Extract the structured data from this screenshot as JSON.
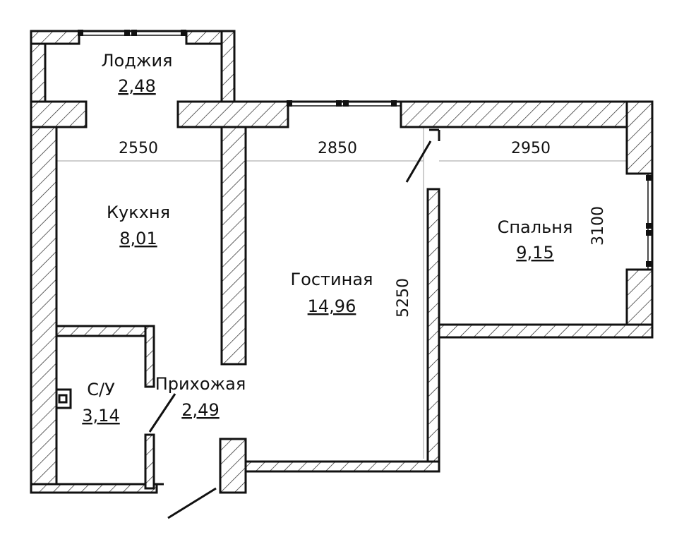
{
  "rooms": {
    "loggia": {
      "name": "Лоджия",
      "area": "2,48"
    },
    "kitchen": {
      "name": "Кукхня",
      "area": "8,01"
    },
    "living": {
      "name": "Гостиная",
      "area": "14,96"
    },
    "bedroom": {
      "name": "Спальня",
      "area": "9,15"
    },
    "bathroom": {
      "name": "С/У",
      "area": "3,14"
    },
    "hallway": {
      "name": "Прихожая",
      "area": "2,49"
    }
  },
  "dimensions": {
    "kitchen_width": "2550",
    "living_width": "2850",
    "bedroom_width": "2950",
    "bedroom_depth": "3100",
    "living_depth": "5250"
  },
  "colors": {
    "line": "#111111",
    "background": "#ffffff",
    "guide": "#bdbdbd"
  }
}
